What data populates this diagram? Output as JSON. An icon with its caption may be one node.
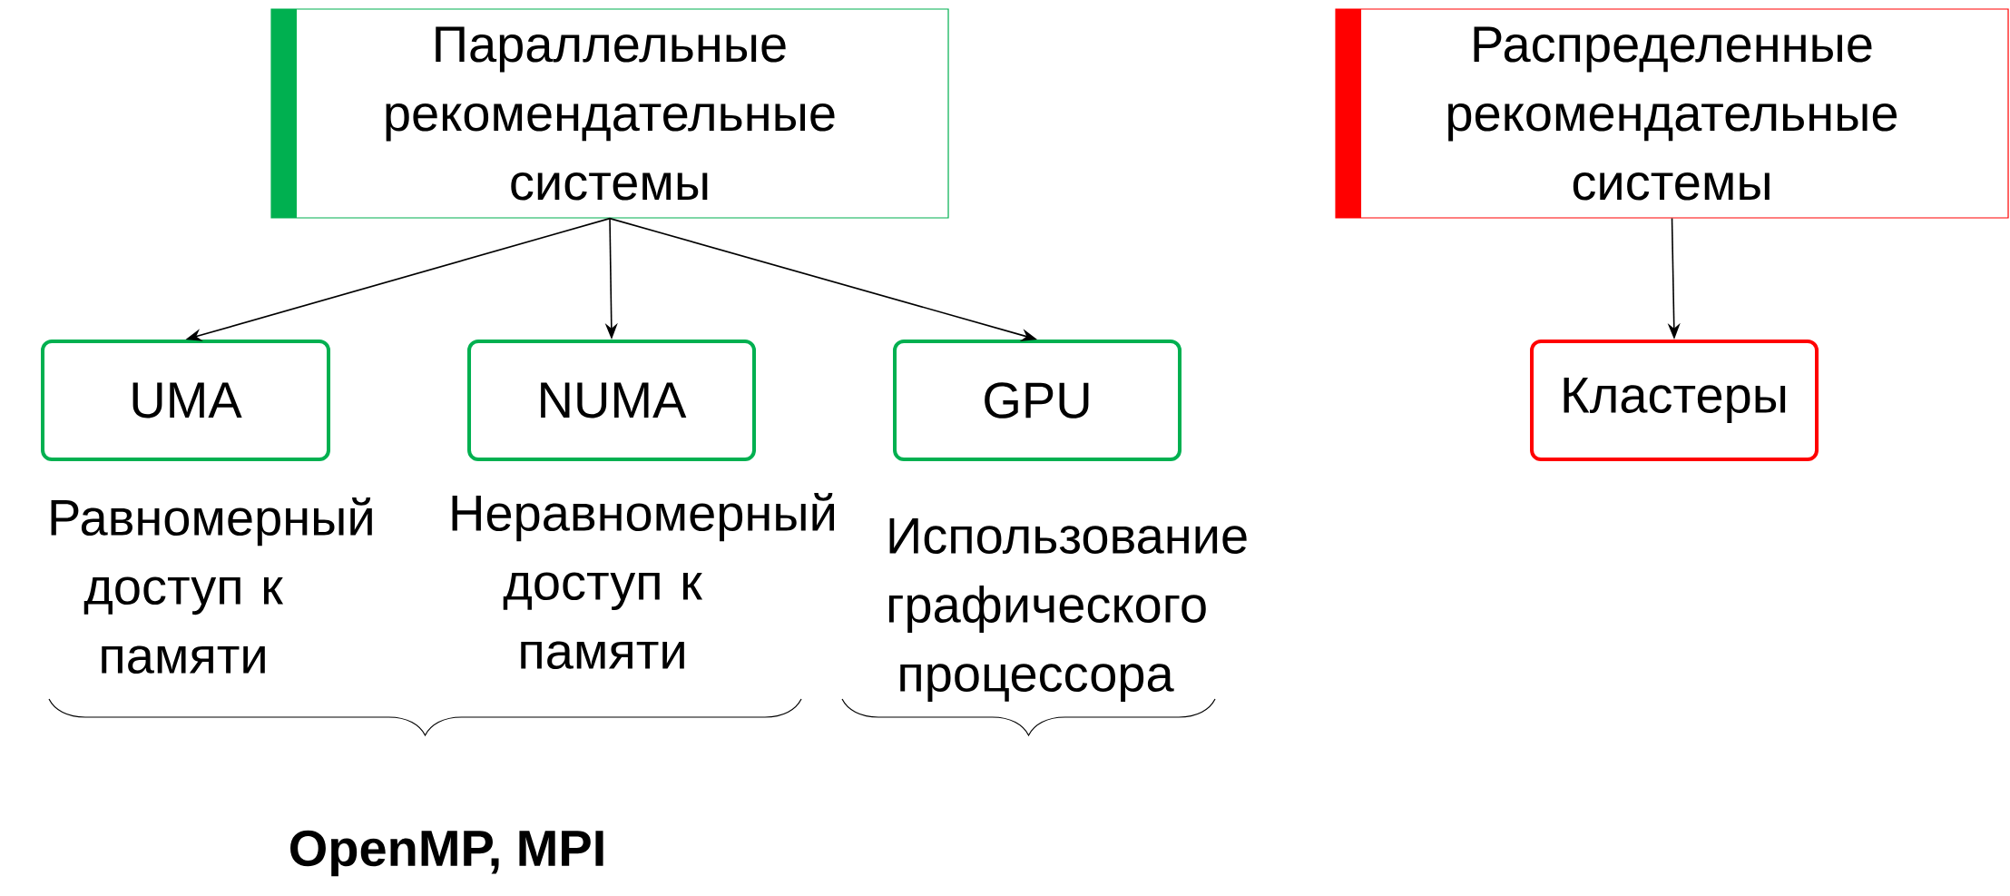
{
  "diagram": {
    "nodes": [
      {
        "text": [
          "Параллельные рекомендательные системы"
        ]
      },
      {
        "text": [
          "Распределенные рекомендательные системы"
        ]
      },
      {
        "text": [
          "UMA"
        ],
        "beside": [
          "Равномерный доступ к памяти"
        ]
      },
      {
        "text": [
          "NUMA"
        ],
        "beside": [
          "Неравномерный доступ к памяти"
        ]
      },
      {
        "text": [
          "GPU"
        ],
        "beside": [
          "Использование графического процессора"
        ]
      },
      {
        "text": [
          "Кластеры"
        ]
      }
    ],
    "edges": [
      {
        "from": 0,
        "to": 2,
        "arrow": "to"
      },
      {
        "from": 0,
        "to": 3,
        "arrow": "to"
      },
      {
        "from": 0,
        "to": 4,
        "arrow": "to"
      },
      {
        "from": 1,
        "to": 5,
        "arrow": "to"
      }
    ],
    "labels": [
      "OpenMP, MPI"
    ]
  }
}
